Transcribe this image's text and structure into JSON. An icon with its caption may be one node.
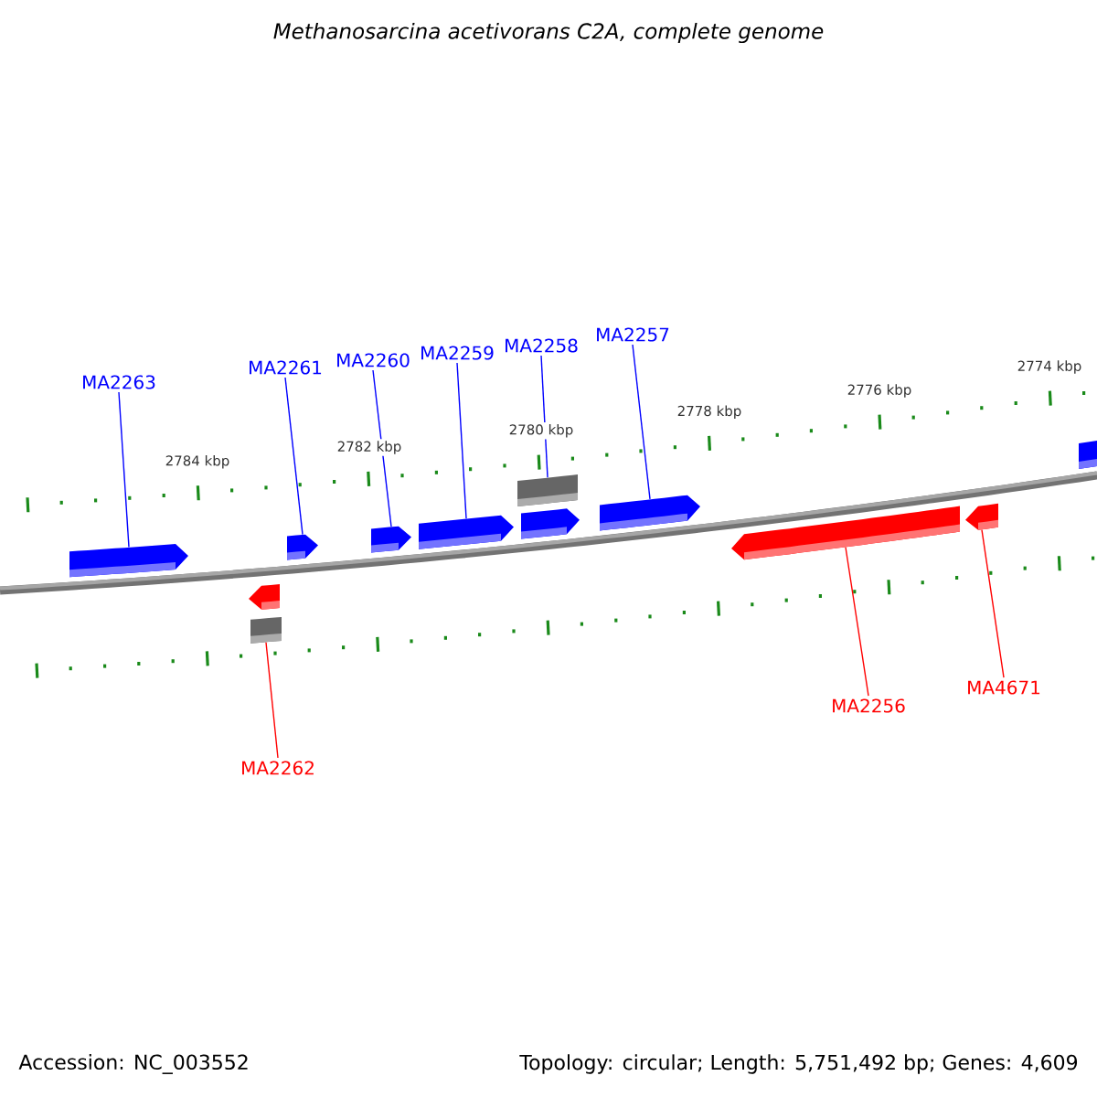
{
  "diagram": {
    "title": "Methanosarcina acetivorans C2A, complete genome",
    "nodes": [
      {
        "text": [
          "MA2263"
        ]
      },
      {
        "text": [
          "MA2261"
        ]
      },
      {
        "text": [
          "MA2260"
        ]
      },
      {
        "text": [
          "MA2259"
        ]
      },
      {
        "text": [
          "MA2258"
        ]
      },
      {
        "text": [
          "MA2257"
        ]
      },
      {
        "text": [
          "MA2262"
        ]
      },
      {
        "text": [
          "MA2256"
        ]
      },
      {
        "text": [
          "MA4671"
        ]
      },
      {
        "text": [],
        "shape": "pentagon"
      },
      {
        "text": [],
        "shape": "pentagon"
      },
      {
        "text": [],
        "shape": "box"
      },
      {
        "text": [],
        "shape": "pentagon"
      },
      {
        "text": [],
        "shape": "pentagon"
      },
      {
        "text": [],
        "shape": "pentagon"
      },
      {
        "text": [],
        "shape": "box"
      },
      {
        "text": [],
        "shape": "pentagon"
      },
      {
        "text": [],
        "shape": "pentagon"
      },
      {
        "text": [],
        "shape": "pentagon"
      },
      {
        "text": [],
        "shape": "pentagon"
      },
      {
        "text": [],
        "shape": "box"
      }
    ],
    "edges": [
      {
        "from": 0,
        "to": 9,
        "arrow": "none"
      },
      {
        "from": 1,
        "to": 12,
        "arrow": "none"
      },
      {
        "from": 2,
        "to": 13,
        "arrow": "none"
      },
      {
        "from": 3,
        "to": 14,
        "arrow": "none"
      },
      {
        "from": 4,
        "to": 15,
        "arrow": "none"
      },
      {
        "from": 5,
        "to": 17,
        "arrow": "none"
      },
      {
        "from": 6,
        "to": 11,
        "arrow": "none",
        "color": "#ff0000"
      },
      {
        "from": 7,
        "to": 18,
        "arrow": "none",
        "color": "#ff0000"
      },
      {
        "from": 8,
        "to": 19,
        "arrow": "none",
        "color": "#ff0000"
      }
    ],
    "labels": [
      "2784 kbp",
      "2782 kbp",
      "2780 kbp",
      "2778 kbp",
      "2776 kbp",
      "2774 kbp",
      "Accession: NC_003552",
      "Topology: circular; Length: 5,751,492 bp; Genes: 4,609"
    ]
  }
}
